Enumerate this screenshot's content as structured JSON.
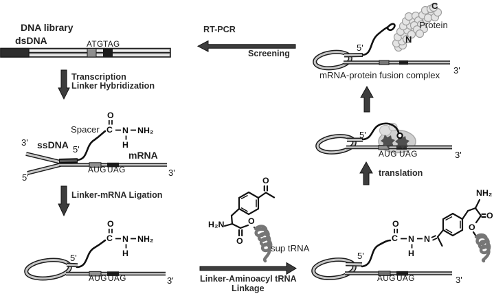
{
  "colors": {
    "ink": "#1c1c1c",
    "strand_fill": "#c6c6c6",
    "arrow_fill": "#3d3d3d",
    "start_codon_fill": "#8f8f8f",
    "stop_codon_fill": "#1c1c1c",
    "protein_fill": "#e4e4e4",
    "ribosome_fill": "#cbcbcb",
    "trna_gray": "#767676"
  },
  "dna_library": {
    "title": "DNA library",
    "strand_label": "dsDNA",
    "start_codon": "ATG",
    "stop_codon": "TAG"
  },
  "steps": {
    "transcription": {
      "line1": "Transcription",
      "line2": "Linker Hybridization"
    },
    "rt_pcr": {
      "label": "RT-PCR",
      "sublabel": "Screening"
    },
    "ligation": {
      "label": "Linker-mRNA Ligation"
    },
    "linkage": {
      "line1": "Linker-Aminoacyl tRNA",
      "line2": "Linkage"
    },
    "translation": {
      "label": "translation"
    }
  },
  "hybrid_template": {
    "spacer": "Spacer",
    "ssdna_label": "ssDNA",
    "mrna_label": "mRNA",
    "ssdna_3prime": "3'",
    "linker_5prime": "5'",
    "ssdna_5prime": "5'",
    "start_codon": "AUG",
    "stop_codon": "UAG",
    "mrna_3prime": "3'",
    "linker": {
      "o": "O",
      "c": "C",
      "n": "N",
      "h": "H",
      "nh2": "NH₂"
    }
  },
  "ligated_mrna": {
    "five_prime": "5'",
    "start_codon": "AUG",
    "stop_codon": "UAG",
    "three_prime": "3'",
    "linker": {
      "o": "O",
      "c": "C",
      "n": "N",
      "h": "H",
      "nh2": "NH₂"
    }
  },
  "aminoacyl_trna": {
    "amine": "H₂N",
    "acetyl_o": "O",
    "ester_o": "O",
    "carbonyl_o": "O",
    "trna_label": "sup tRNA"
  },
  "charged_mrna": {
    "five_prime": "5'",
    "start_codon": "AUG",
    "stop_codon": "UAG",
    "three_prime": "3'",
    "hydrazone": {
      "o": "O",
      "c": "C",
      "n1": "N",
      "h": "H",
      "n2": "N"
    },
    "amino_acid": {
      "amine": "NH₂",
      "carbonyl_o": "O",
      "ester_o": "O"
    }
  },
  "translation_complex": {
    "five_prime": "5'",
    "start_codon": "AUG",
    "stop_codon": "UAG",
    "three_prime": "3'"
  },
  "fusion_complex": {
    "caption": "mRNA-protein fusion complex",
    "protein_label": "Protein",
    "c_terminus": "C",
    "n_terminus": "N",
    "five_prime": "5'",
    "three_prime": "3'"
  }
}
